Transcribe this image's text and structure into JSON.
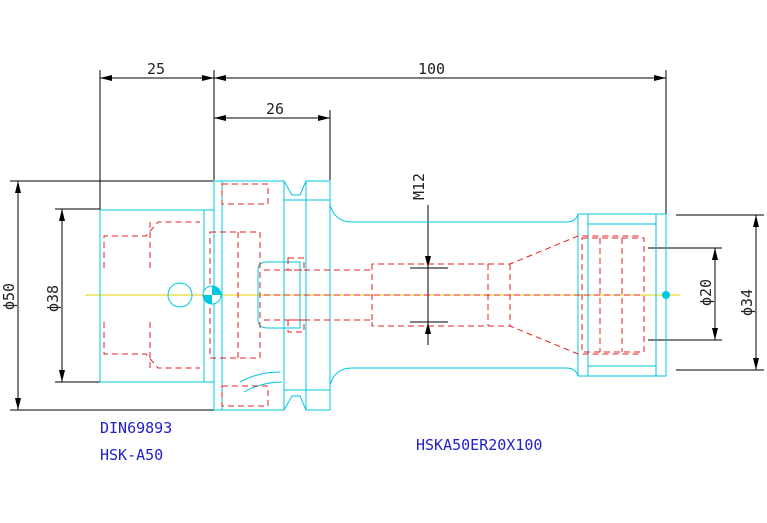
{
  "dimensions": {
    "top_left": "25",
    "top_total": "100",
    "flange": "26",
    "thread": "M12",
    "dia_outer": "ϕ50",
    "dia_inner": "ϕ38",
    "dia_nose": "ϕ20",
    "dia_nut": "ϕ34"
  },
  "labels": {
    "standard": "DIN69893",
    "taper": "HSK-A50",
    "part_number": "HSKA50ER20X100"
  },
  "colors": {
    "outline": "#00c8e0",
    "hidden": "#e02020",
    "centerline": "#e0d000",
    "dimension": "#000000",
    "label": "#2020d0"
  }
}
